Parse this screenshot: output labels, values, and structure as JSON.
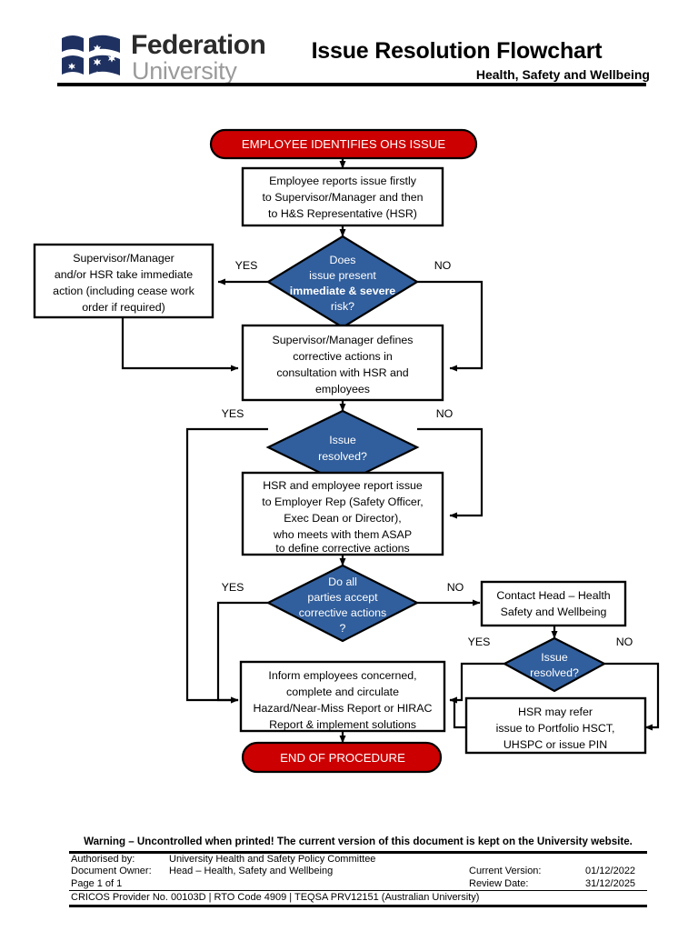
{
  "header": {
    "logo_name": "federation-university-logo",
    "logo_line1": "Federation",
    "logo_line2": "University",
    "title": "Issue Resolution Flowchart",
    "subtitle": "Health, Safety and Wellbeing"
  },
  "colors": {
    "terminator_red": "#CC0000",
    "decision_blue": "#315E9C",
    "line_black": "#000000",
    "box_white": "#FFFFFF"
  },
  "flowchart": {
    "type": "flowchart",
    "start": {
      "shape": "terminator",
      "label": "EMPLOYEE IDENTIFIES OHS ISSUE"
    },
    "end": {
      "shape": "terminator",
      "label": "END OF PROCEDURE"
    },
    "nodes": [
      {
        "id": "p1",
        "shape": "process",
        "lines": [
          "Employee reports issue firstly",
          "to Supervisor/Manager and then",
          "to H&S Representative (HSR)"
        ]
      },
      {
        "id": "d1",
        "shape": "decision",
        "lines": [
          "Does",
          "issue present",
          "immediate  & severe",
          "risk?"
        ],
        "bold_lines": [
          2
        ],
        "yes_label": "YES",
        "no_label": "NO"
      },
      {
        "id": "p2",
        "shape": "process",
        "lines": [
          "Supervisor/Manager",
          "and/or HSR take immediate",
          "action (including  cease work",
          "order if required)"
        ]
      },
      {
        "id": "p3",
        "shape": "process",
        "lines": [
          "Supervisor/Manager defines",
          "corrective actions in",
          "consultation  with HSR and",
          "employees"
        ]
      },
      {
        "id": "d2",
        "shape": "decision",
        "lines": [
          "Issue",
          "resolved?"
        ],
        "yes_label": "YES",
        "no_label": "NO"
      },
      {
        "id": "p4",
        "shape": "process",
        "lines": [
          "HSR and employee report issue",
          "to Employer Rep (Safety Officer,",
          "Exec Dean or Director),",
          "who meets with them ASAP",
          "to define corrective actions"
        ]
      },
      {
        "id": "d3",
        "shape": "decision",
        "lines": [
          "Do all",
          "parties accept",
          "corrective actions",
          "?"
        ],
        "yes_label": "YES",
        "no_label": "NO"
      },
      {
        "id": "p5",
        "shape": "process",
        "lines": [
          "Contact Head – Health",
          "Safety and Wellbeing"
        ]
      },
      {
        "id": "d4",
        "shape": "decision",
        "lines": [
          "Issue",
          "resolved?"
        ],
        "yes_label": "YES",
        "no_label": "NO"
      },
      {
        "id": "p6",
        "shape": "process",
        "lines": [
          "Inform employees concerned,",
          "complete and circulate",
          "Hazard/Near-Miss Report or HIRAC",
          "Report & implement  solutions"
        ]
      },
      {
        "id": "p7",
        "shape": "process",
        "lines": [
          "HSR may refer",
          "issue to Portfolio HSCT,",
          "UHSPC or issue PIN"
        ]
      }
    ]
  },
  "footer": {
    "warning": "Warning – Uncontrolled when printed!  The current version of this document is kept on the University website.",
    "rows": [
      {
        "label": "Authorised by:",
        "value": "University Health and Safety Policy Committee",
        "rlabel": "",
        "rvalue": ""
      },
      {
        "label": "Document Owner:",
        "value": "Head – Health, Safety and Wellbeing",
        "rlabel": "Current Version:",
        "rvalue": "01/12/2022"
      },
      {
        "label": "Page 1 of 1",
        "value": "",
        "rlabel": "Review Date:",
        "rvalue": "31/12/2025"
      }
    ],
    "cricos": "CRICOS Provider No. 00103D | RTO Code 4909 | TEQSA PRV12151 (Australian University)"
  }
}
